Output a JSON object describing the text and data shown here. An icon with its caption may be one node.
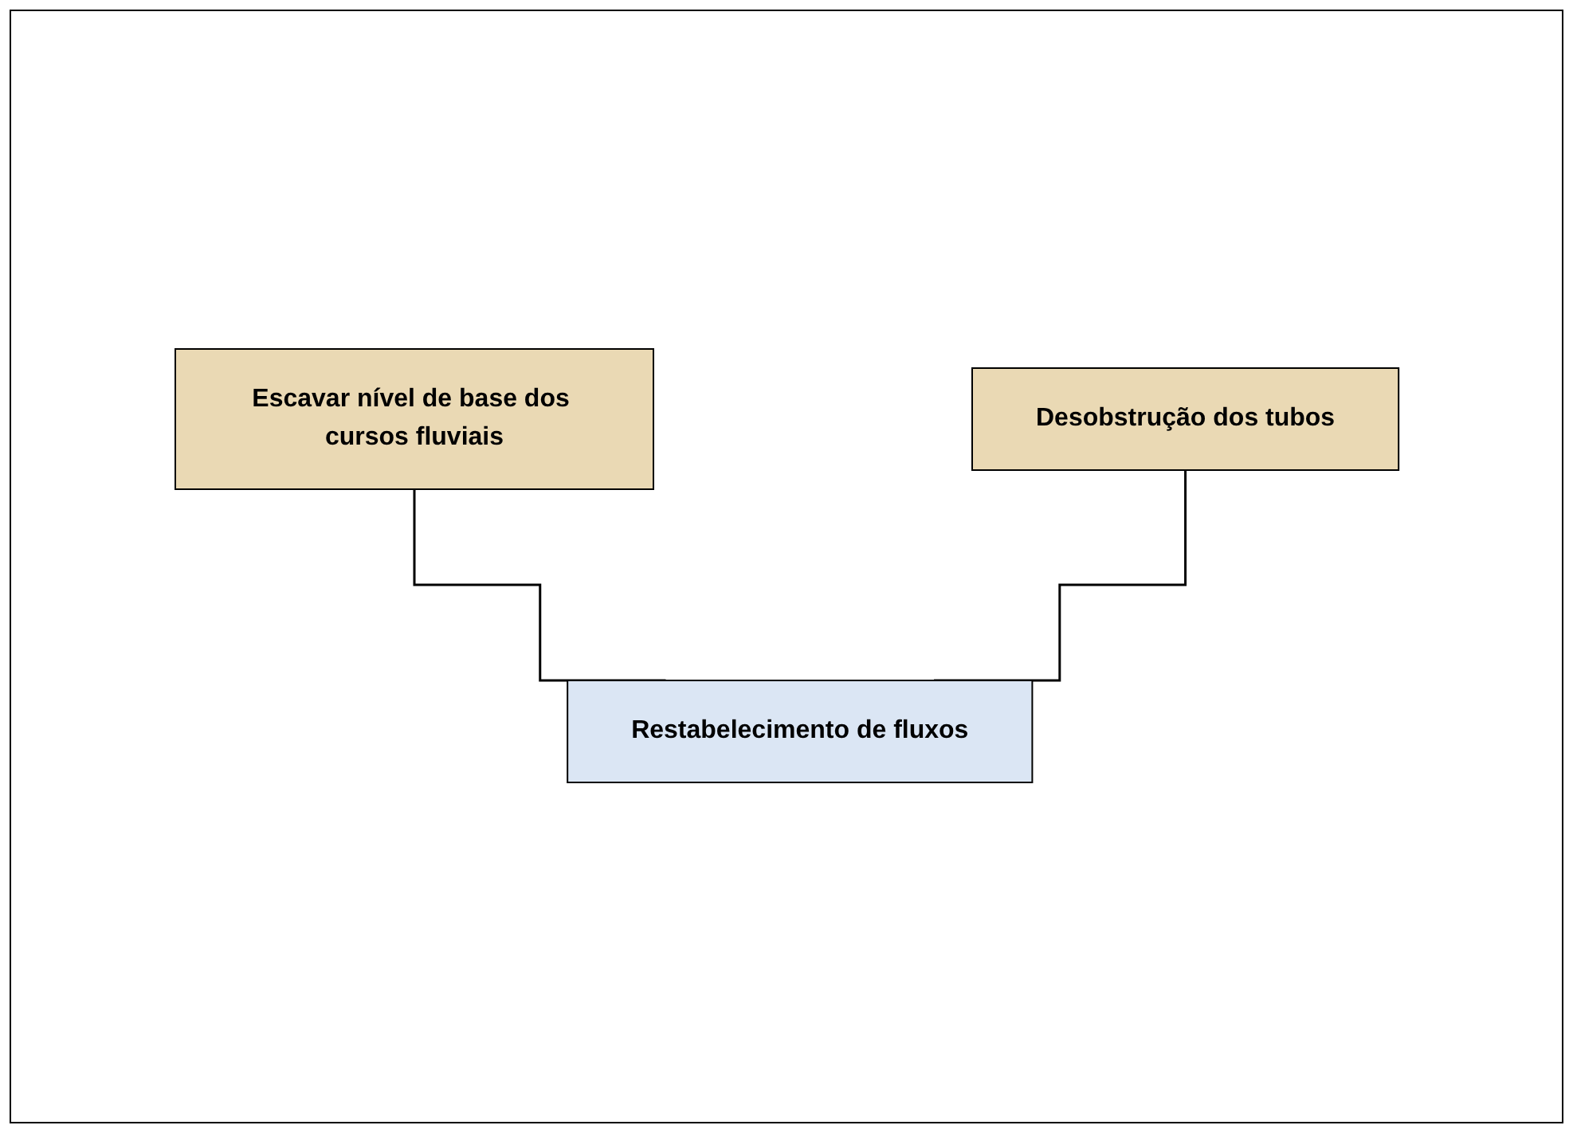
{
  "diagram": {
    "nodes": [
      {
        "text": [
          "Escavar nível de base dos cursos fluviais"
        ]
      },
      {
        "text": [
          "Desobstrução dos tubos"
        ]
      },
      {
        "text": [
          "Restabelecimento de fluxos"
        ]
      }
    ],
    "edges": [
      {
        "from": 0,
        "to": 2,
        "arrow": "none"
      },
      {
        "from": 1,
        "to": 2,
        "arrow": "none"
      }
    ]
  }
}
